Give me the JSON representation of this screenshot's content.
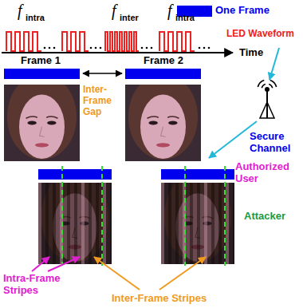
{
  "diagram": {
    "labels": [
      "f",
      "intra",
      "f",
      "inter",
      "f",
      "intra",
      "LED Waveform",
      "Time",
      "Frame 1",
      "Frame 2",
      "Inter-Frame Gap",
      "Secure Channel",
      "Authorized User",
      "Attacker",
      "Intra-Frame Stripes",
      "Inter-Frame Stripes"
    ],
    "legend": [
      {
        "text": "One Frame",
        "color": "#0000ee"
      }
    ]
  }
}
